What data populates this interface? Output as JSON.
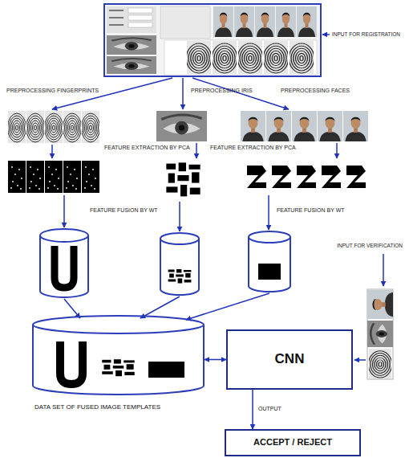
{
  "diagram": {
    "nodes": [
      {
        "text": [
          "DATA SET OF FUSED IMAGE TEMPLATES"
        ]
      },
      {
        "text": [
          "CNN"
        ]
      },
      {
        "text": [
          "ACCEPT / REJECT"
        ]
      }
    ],
    "edges": [
      {
        "from": 0,
        "to": 1,
        "arrow": "both"
      },
      {
        "from": 1,
        "to": 2,
        "arrow": "to",
        "label": "OUTPUT"
      }
    ],
    "labels": [
      "INPUT FOR REGISTRATION",
      "PREPROCESSING FINGERPRINTS",
      "PREPROCESSING IRIS",
      "PREPROCESSING FACES",
      "FEATURE EXTRACTION BY PCA",
      "FEATURE EXTRACTION BY PCA",
      "FEATURE FUSION BY WT",
      "FEATURE FUSION BY WT",
      "INPUT FOR VERIFICATION"
    ]
  }
}
